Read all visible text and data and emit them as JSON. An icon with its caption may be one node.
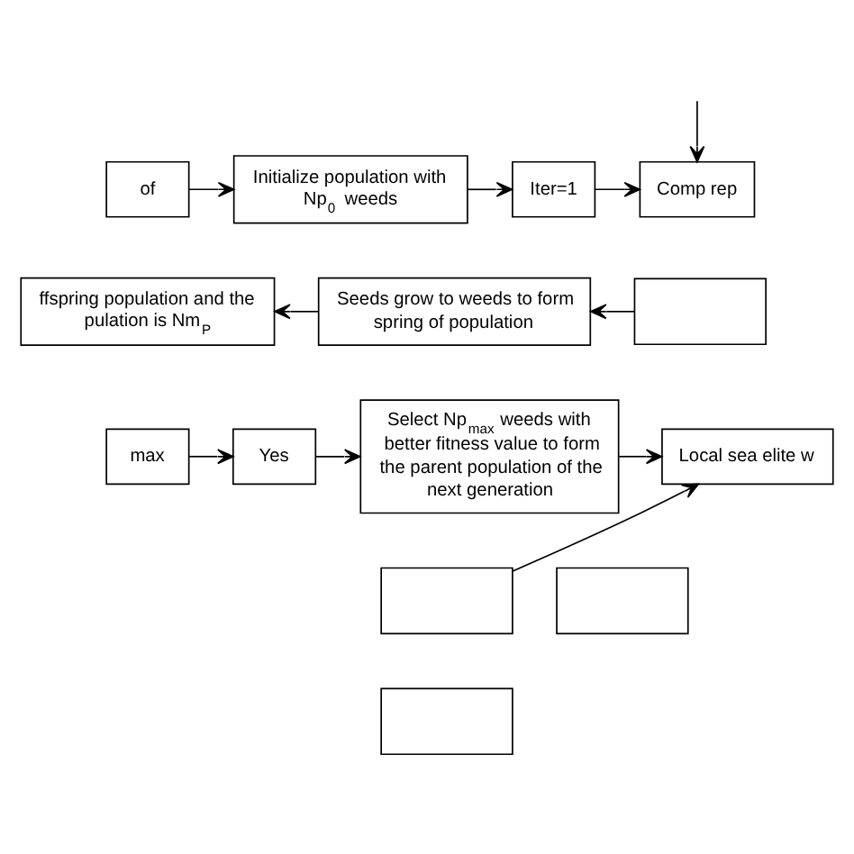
{
  "diagram": {
    "nodes": [
      {
        "text": [
          "of"
        ]
      },
      {
        "text": [
          "Initialize population with Np$_{0}$ weeds"
        ]
      },
      {
        "text": [
          "Iter=1"
        ]
      },
      {
        "text": [
          "Comp rep"
        ]
      },
      {
        "text": [],
        "shape": "box"
      },
      {
        "text": [
          "Seeds grow to weeds to form spring of population"
        ]
      },
      {
        "text": [
          "ffspring population and the pulation is Nm$_{P}$"
        ]
      },
      {
        "text": [
          "max"
        ]
      },
      {
        "text": [
          "Yes"
        ]
      },
      {
        "text": [
          "Select Np$_{max}$ weeds with better fitness value to form the parent population of the next generation"
        ]
      },
      {
        "text": [
          "Local sea elite w"
        ]
      },
      {
        "text": [],
        "shape": "box"
      },
      {
        "text": [],
        "shape": "box"
      },
      {
        "text": [],
        "shape": "box"
      }
    ],
    "edges": [
      {
        "from": 0,
        "to": 1,
        "arrow": "to"
      },
      {
        "from": 1,
        "to": 2,
        "arrow": "to"
      },
      {
        "from": 2,
        "to": 3,
        "arrow": "to"
      },
      {
        "from": 4,
        "to": 5,
        "arrow": "to"
      },
      {
        "from": null,
        "to": 3,
        "arrow": "to"
      },
      {
        "from": 5,
        "to": 6,
        "arrow": "to"
      },
      {
        "from": 7,
        "to": 8,
        "arrow": "to"
      },
      {
        "from": 8,
        "to": 9,
        "arrow": "to"
      },
      {
        "from": 9,
        "to": 10,
        "arrow": "to"
      },
      {
        "from": 11,
        "to": 10,
        "arrow": "to"
      }
    ]
  }
}
